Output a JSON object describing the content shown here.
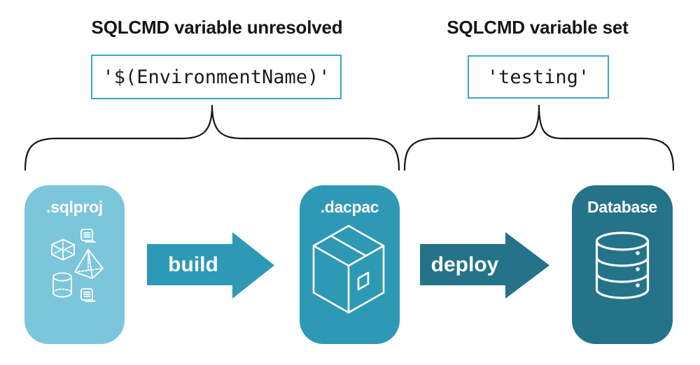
{
  "diagram": {
    "left_group": {
      "title": "SQLCMD variable unresolved",
      "code_value": "'$(EnvironmentName)'"
    },
    "right_group": {
      "title": "SQLCMD variable set",
      "code_value": "'testing'"
    },
    "stages": [
      {
        "label": ".sqlproj",
        "icon": "sql-project-objects-icon"
      },
      {
        "label": ".dacpac",
        "icon": "package-icon"
      },
      {
        "label": "Database",
        "icon": "database-icon"
      }
    ],
    "arrows": [
      {
        "label": "build"
      },
      {
        "label": "deploy"
      }
    ],
    "colors": {
      "sqlproj-card": "#7cc6dc",
      "dacpac-card": "#2e99b5",
      "database-card": "#247389",
      "build-arrow": "#2e99b5",
      "deploy-arrow": "#247389",
      "code-border": "#3ea6c2",
      "ink": "#161616",
      "card-text": "#ffffff"
    }
  }
}
